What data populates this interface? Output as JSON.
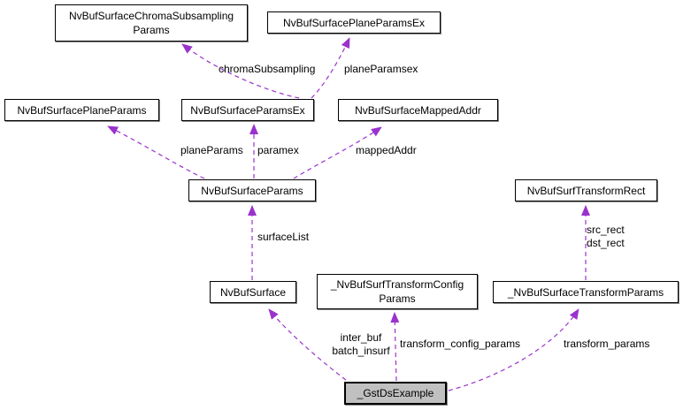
{
  "diagram": {
    "type": "collaboration-graph",
    "edge_color": "#9a32cd",
    "node_fill": "#ffffff",
    "node_border": "#000000",
    "highlight_fill": "#c0c0c0",
    "nodes": [
      {
        "id": "chroma",
        "lines": [
          "NvBufSurfaceChromaSubsampling",
          "Params"
        ],
        "highlighted": false
      },
      {
        "id": "planeparamsex",
        "label": "NvBufSurfacePlaneParamsEx",
        "highlighted": false
      },
      {
        "id": "planeparams",
        "label": "NvBufSurfacePlaneParams",
        "highlighted": false
      },
      {
        "id": "paramsex",
        "label": "NvBufSurfaceParamsEx",
        "highlighted": false
      },
      {
        "id": "mappedaddr",
        "label": "NvBufSurfaceMappedAddr",
        "highlighted": false
      },
      {
        "id": "surfaceparams",
        "label": "NvBufSurfaceParams",
        "highlighted": false
      },
      {
        "id": "transformrect",
        "label": "NvBufSurfTransformRect",
        "highlighted": false
      },
      {
        "id": "nvbufsurface",
        "label": "NvBufSurface",
        "highlighted": false
      },
      {
        "id": "configparams",
        "lines": [
          "_NvBufSurfTransformConfig",
          "Params"
        ],
        "highlighted": false
      },
      {
        "id": "transformparams",
        "label": "_NvBufSurfaceTransformParams",
        "highlighted": false
      },
      {
        "id": "gstdsexample",
        "label": "_GstDsExample",
        "highlighted": true
      }
    ],
    "edges": [
      {
        "from": "NvBufSurfaceParamsEx",
        "to": "NvBufSurfaceChromaSubsamplingParams",
        "label": "chromaSubsampling"
      },
      {
        "from": "NvBufSurfaceParamsEx",
        "to": "NvBufSurfacePlaneParamsEx",
        "label": "planeParamsex"
      },
      {
        "from": "NvBufSurfaceParams",
        "to": "NvBufSurfacePlaneParams",
        "label": "planeParams"
      },
      {
        "from": "NvBufSurfaceParams",
        "to": "NvBufSurfaceParamsEx",
        "label": "paramex"
      },
      {
        "from": "NvBufSurfaceParams",
        "to": "NvBufSurfaceMappedAddr",
        "label": "mappedAddr"
      },
      {
        "from": "NvBufSurface",
        "to": "NvBufSurfaceParams",
        "label": "surfaceList"
      },
      {
        "from": "_NvBufSurfaceTransformParams",
        "to": "NvBufSurfTransformRect",
        "lines": [
          "src_rect",
          "dst_rect"
        ]
      },
      {
        "from": "_GstDsExample",
        "to": "NvBufSurface",
        "lines": [
          "inter_buf",
          "batch_insurf"
        ]
      },
      {
        "from": "_GstDsExample",
        "to": "_NvBufSurfTransformConfigParams",
        "label": "transform_config_params"
      },
      {
        "from": "_GstDsExample",
        "to": "_NvBufSurfaceTransformParams",
        "label": "transform_params"
      }
    ]
  }
}
